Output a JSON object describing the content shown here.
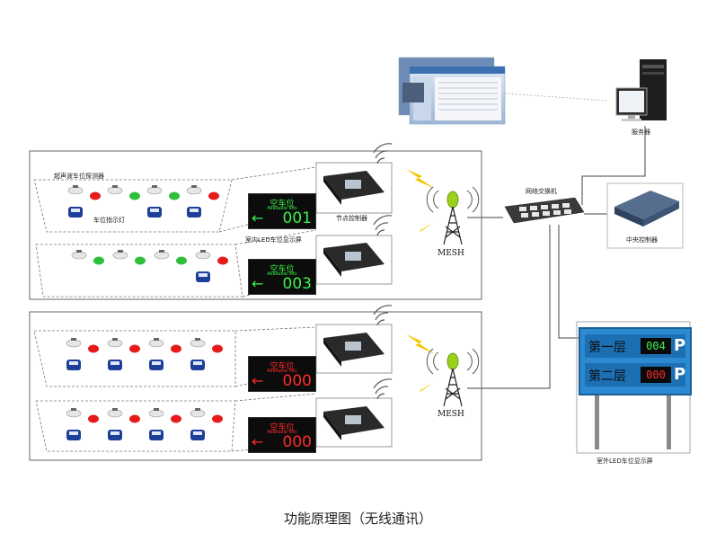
{
  "caption": "功能原理图（无线通讯）",
  "labels": {
    "server": "服务器",
    "switch": "网络交换机",
    "central_controller": "中央控制器",
    "ultrasonic_detector": "超声波车位探测器",
    "bay_indicator": "车位指示灯",
    "node_controller": "节点控制器",
    "indoor_led": "室内LED车位显示屏",
    "outdoor_led": "室外LED车位显示屏",
    "mesh_top": "MESH",
    "mesh_bottom": "MESH"
  },
  "indoor_signs": [
    {
      "title": "空车位",
      "subtitle": "Available lots",
      "arrow": "←",
      "number": "001",
      "color": "green"
    },
    {
      "title": "空车位",
      "subtitle": "Available lots",
      "arrow": "←",
      "number": "003",
      "color": "green"
    },
    {
      "title": "空车位",
      "subtitle": "Available lots",
      "arrow": "←",
      "number": "000",
      "color": "red"
    },
    {
      "title": "空车位",
      "subtitle": "Available lots",
      "arrow": "←",
      "number": "000",
      "color": "red"
    }
  ],
  "outdoor_board": {
    "rows": [
      {
        "floor": "第一层",
        "count": "004",
        "count_color": "#3cf04a",
        "unit": "P"
      },
      {
        "floor": "第二层",
        "count": "000",
        "count_color": "#ff2a2a",
        "unit": "P"
      }
    ]
  },
  "colors": {
    "green_light": "#2fbf3a",
    "red_light": "#e51b1b",
    "signal": "#f5c400",
    "car": "#1d3f9a"
  }
}
